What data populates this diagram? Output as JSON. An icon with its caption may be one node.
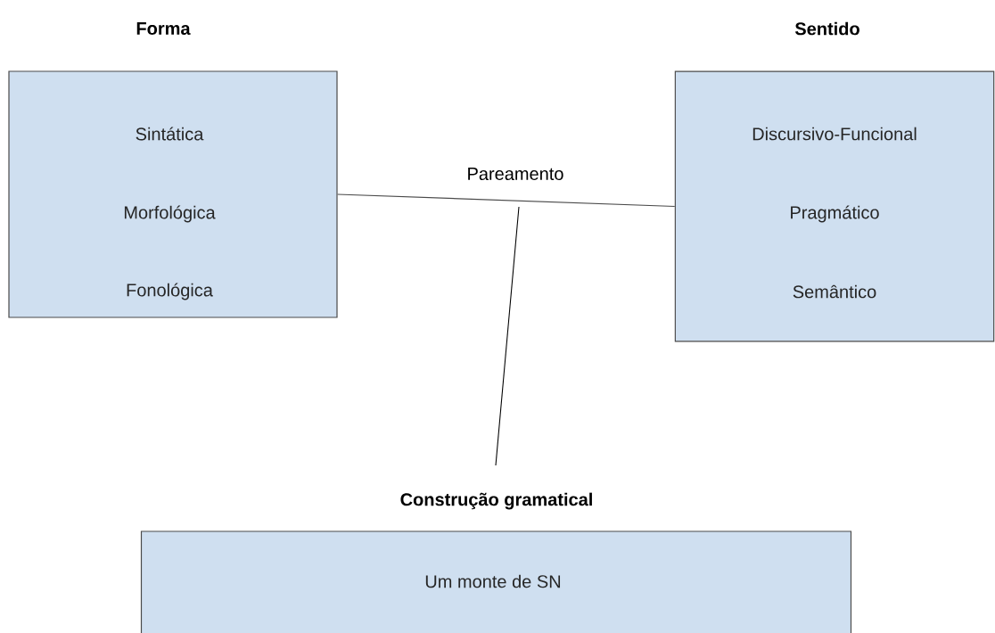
{
  "diagram": {
    "nodes": [
      {
        "text": [
          "Forma",
          "Sintática",
          "Morfológica",
          "Fonológica"
        ]
      },
      {
        "text": [
          "Sentido",
          "Discursivo-Funcional",
          "Pragmático",
          "Semântico"
        ]
      },
      {
        "text": [
          "Construção gramatical",
          "Um monte de SN"
        ]
      }
    ],
    "edges": [
      {
        "from": 0,
        "to": 1,
        "arrow": "none",
        "label": "Pareamento"
      },
      {
        "from": null,
        "to": 2,
        "arrow": "none"
      }
    ]
  }
}
